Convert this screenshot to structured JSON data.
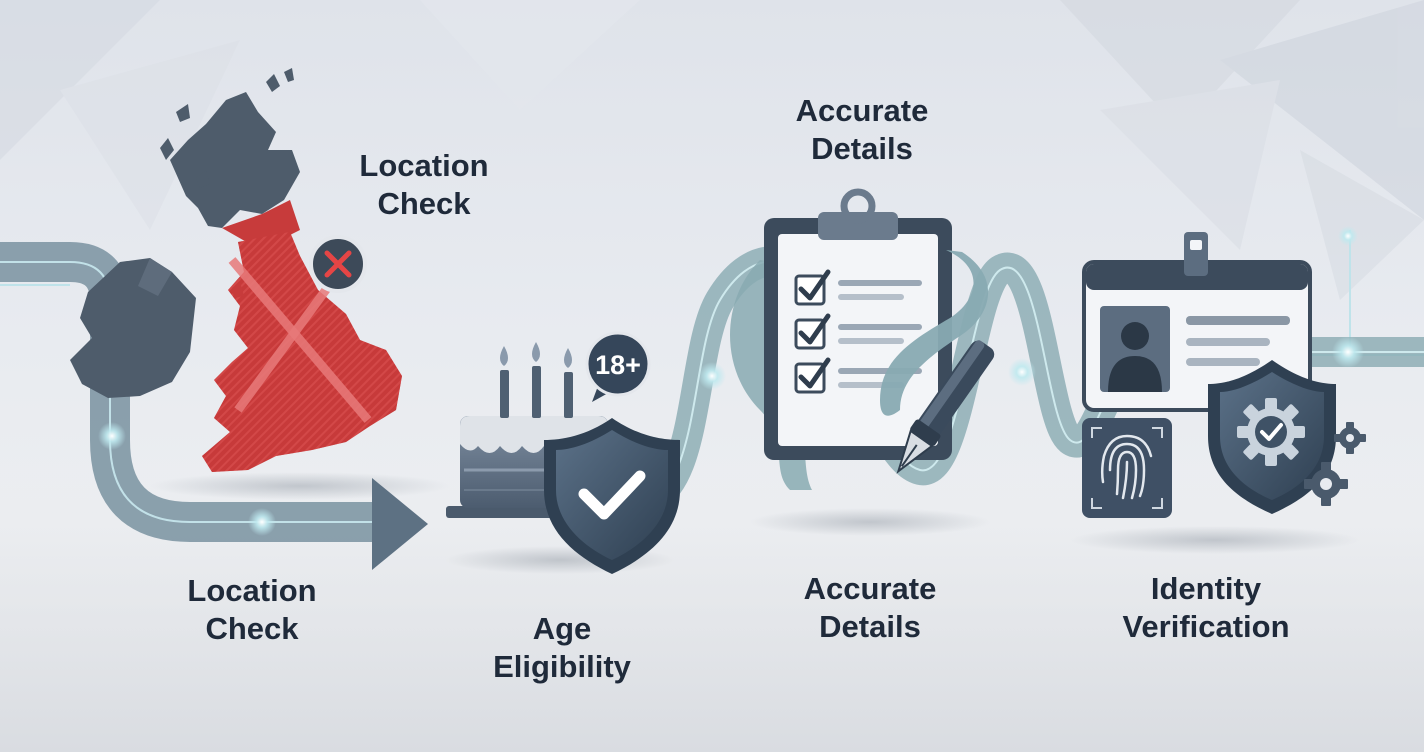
{
  "labels": {
    "top_location": [
      "Location",
      "Check"
    ],
    "top_details": [
      "Accurate",
      "Details"
    ],
    "bottom_location": [
      "Location",
      "Check"
    ],
    "bottom_age": [
      "Age",
      "Eligibility"
    ],
    "bottom_details": [
      "Accurate",
      "Details"
    ],
    "bottom_identity": [
      "Identity",
      "Verification"
    ]
  },
  "age_badge": "18+",
  "colors": {
    "path": "#7f97a4",
    "path_arrow": "#5d7183",
    "ribbon": "#88aab2",
    "map_blocked": "#c73b3b",
    "map_other": "#4e5c6b",
    "shield": "#3f5266",
    "navy": "#35465a",
    "glow": "#bfe9ef"
  },
  "icons": [
    "uk-map-icon",
    "cross-badge-icon",
    "birthday-cake-icon",
    "shield-check-icon",
    "clipboard-checklist-icon",
    "fountain-pen-icon",
    "id-card-icon",
    "fingerprint-icon",
    "shield-gear-icon",
    "gear-icon"
  ]
}
